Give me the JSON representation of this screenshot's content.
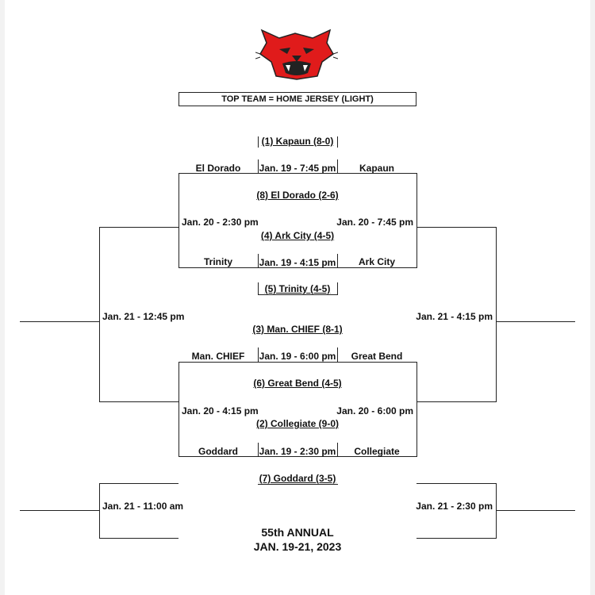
{
  "home_note": "TOP TEAM = HOME JERSEY (LIGHT)",
  "logo": {
    "icon": "wildcat-mascot-icon",
    "color": "#e01b1b"
  },
  "seeds": {
    "s1": "(1) Kapaun (8-0)",
    "s8": "(8) El Dorado (2-6)",
    "s4": "(4) Ark City (4-5)",
    "s5": "(5) Trinity (4-5)",
    "s3": "(3) Man. CHIEF (8-1)",
    "s6": "(6) Great Bend (4-5)",
    "s2": "(2) Collegiate (9-0)",
    "s7": "(7) Goddard (3-5)"
  },
  "first_round": [
    {
      "loser_side": "El Dorado",
      "date": "Jan. 19 - 7:45 pm",
      "winner_side": "Kapaun"
    },
    {
      "loser_side": "Trinity",
      "date": "Jan. 19 - 4:15 pm",
      "winner_side": "Ark City"
    },
    {
      "loser_side": "Man. CHIEF",
      "date": "Jan. 19 - 6:00 pm",
      "winner_side": "Great Bend"
    },
    {
      "loser_side": "Goddard",
      "date": "Jan. 19 - 2:30 pm",
      "winner_side": "Collegiate"
    }
  ],
  "second_round": {
    "top_left": "Jan. 20 - 2:30 pm",
    "top_right": "Jan. 20 - 7:45 pm",
    "bottom_left": "Jan. 20 - 4:15 pm",
    "bottom_right": "Jan. 20 - 6:00 pm"
  },
  "finals": {
    "left_main": "Jan. 21 - 12:45 pm",
    "right_main": "Jan. 21 - 4:15 pm",
    "left_low": "Jan. 21 - 11:00 am",
    "right_low": "Jan. 21 - 2:30 pm"
  },
  "footer": {
    "line1": "55th ANNUAL",
    "line2": "JAN. 19-21, 2023"
  }
}
